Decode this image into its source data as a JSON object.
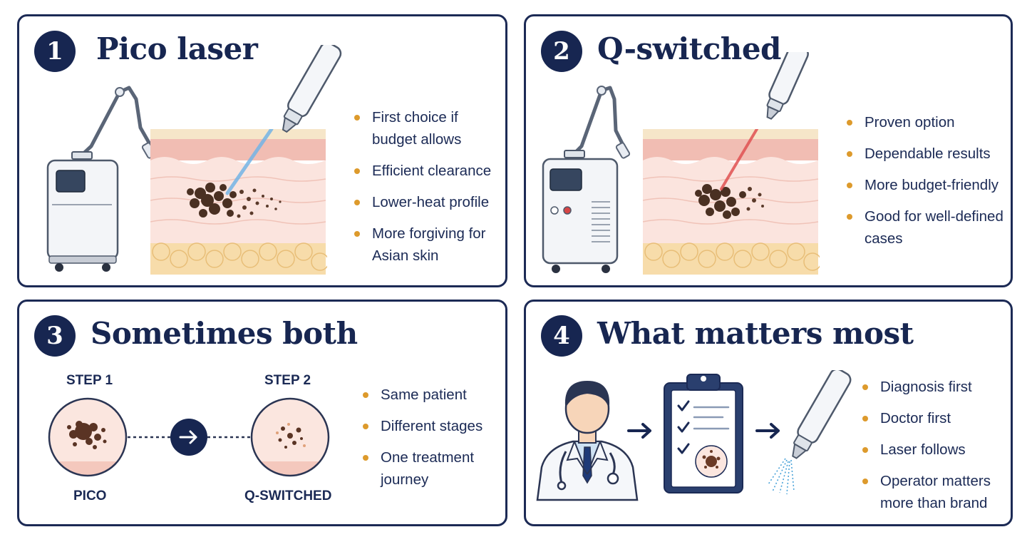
{
  "panels": [
    {
      "number": "1",
      "title": "Pico laser",
      "bullets": [
        "First choice if budget allows",
        "Efficient clearance",
        "Lower-heat profile",
        "More forgiving for Asian skin"
      ]
    },
    {
      "number": "2",
      "title": "Q-switched",
      "bullets": [
        "Proven option",
        "Dependable results",
        "More budget-friendly",
        "Good for well-defined cases"
      ]
    },
    {
      "number": "3",
      "title": "Sometimes both",
      "step1_label": "STEP 1",
      "step2_label": "STEP 2",
      "step1_caption": "PICO",
      "step2_caption": "Q-SWITCHED",
      "bullets": [
        "Same patient",
        "Different stages",
        "One treatment journey"
      ]
    },
    {
      "number": "4",
      "title": "What matters most",
      "bullets": [
        "Diagnosis first",
        "Doctor first",
        "Laser follows",
        "Operator matters more than brand"
      ]
    }
  ],
  "icons": [
    "laser-machine-icon",
    "laser-handpiece-icon",
    "skin-cross-section-icon",
    "arrow-right-icon",
    "doctor-icon",
    "clipboard-checklist-icon"
  ],
  "colors": {
    "navy": "#172651",
    "bullet": "#dd9a2c",
    "pico_beam": "#74b4e6",
    "qswitch_beam": "#e05252"
  }
}
